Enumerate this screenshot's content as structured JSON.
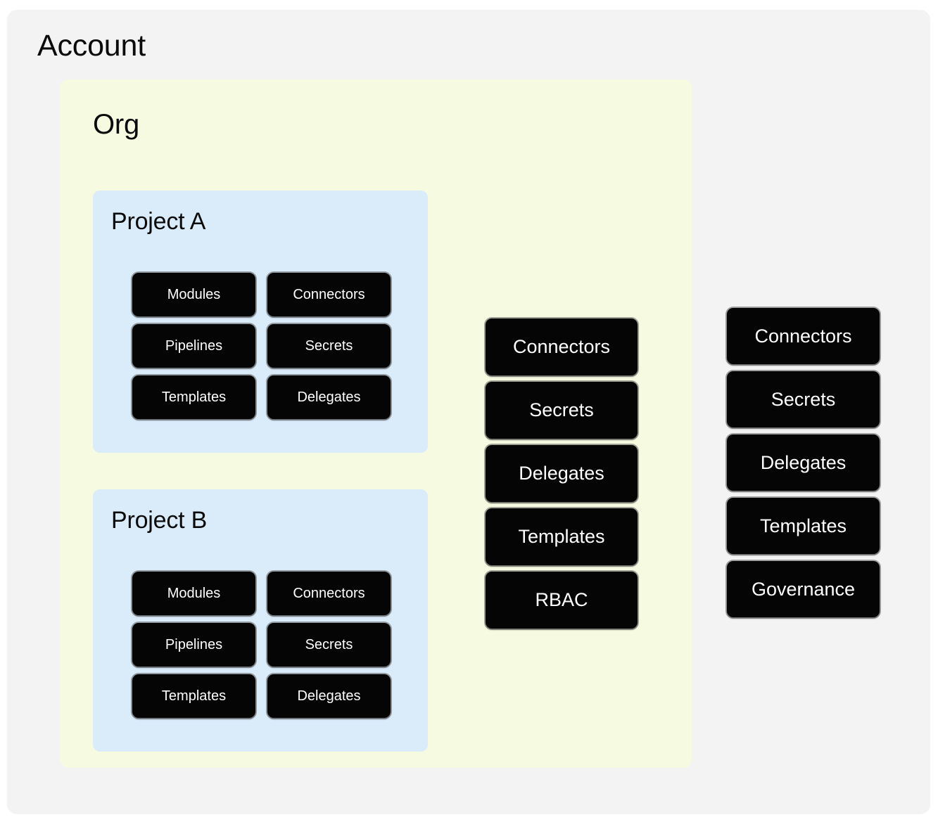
{
  "diagram": {
    "type": "nested-scope-diagram",
    "title": "Account",
    "colors": {
      "page_background": "#ffffff",
      "account_background": "#f3f3f3",
      "org_background": "#f6fae1",
      "project_background": "#daebfa",
      "chip_background": "#050505",
      "chip_text": "#ffffff",
      "heading_text": "#0b0b0b"
    }
  },
  "account": {
    "title": "Account",
    "org": {
      "title": "Org",
      "projects": [
        {
          "title": "Project A",
          "items": [
            "Modules",
            "Connectors",
            "Pipelines",
            "Secrets",
            "Templates",
            "Delegates"
          ]
        },
        {
          "title": "Project B",
          "items": [
            "Modules",
            "Connectors",
            "Pipelines",
            "Secrets",
            "Templates",
            "Delegates"
          ]
        }
      ],
      "org_level_items": [
        "Connectors",
        "Secrets",
        "Delegates",
        "Templates",
        "RBAC"
      ]
    },
    "account_level_items": [
      "Connectors",
      "Secrets",
      "Delegates",
      "Templates",
      "Governance"
    ]
  }
}
